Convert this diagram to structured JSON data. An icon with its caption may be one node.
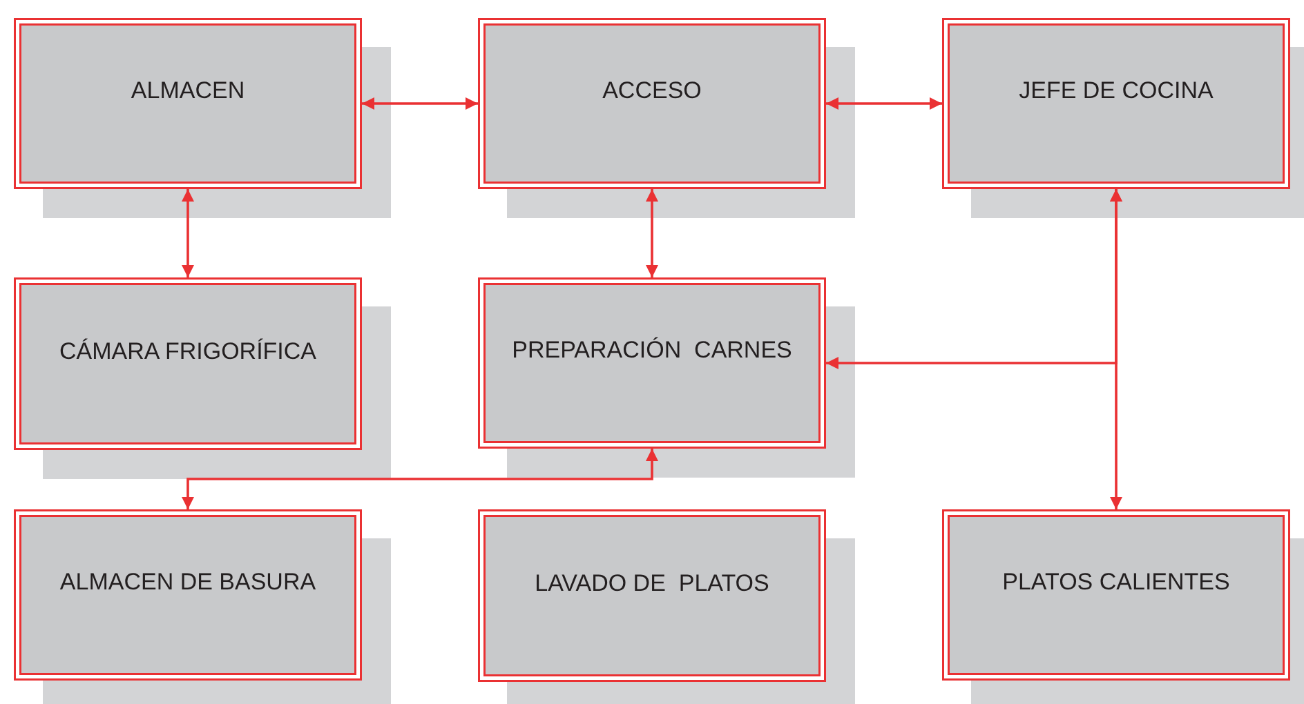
{
  "diagram": {
    "nodes": [
      {
        "text": [
          "ALMACEN"
        ]
      },
      {
        "text": [
          "ACCESO"
        ]
      },
      {
        "text": [
          "JEFE DE COCINA"
        ]
      },
      {
        "text": [
          "CÁMARA FRIGORÍFICA"
        ]
      },
      {
        "text": [
          "PREPARACIÓN  CARNES"
        ]
      },
      {
        "text": [
          "ALMACEN DE BASURA"
        ]
      },
      {
        "text": [
          "LAVADO DE  PLATOS"
        ]
      },
      {
        "text": [
          "PLATOS CALIENTES"
        ]
      }
    ],
    "edges": [
      {
        "from": 0,
        "to": 1,
        "arrow": "both"
      },
      {
        "from": 1,
        "to": 2,
        "arrow": "both"
      },
      {
        "from": 0,
        "to": 3,
        "arrow": "both"
      },
      {
        "from": 1,
        "to": 4,
        "arrow": "both"
      },
      {
        "from": 4,
        "to": 5,
        "arrow": "both"
      },
      {
        "from": 2,
        "to": 4,
        "arrow": "both"
      },
      {
        "from": 2,
        "to": 7,
        "arrow": "both"
      }
    ]
  }
}
